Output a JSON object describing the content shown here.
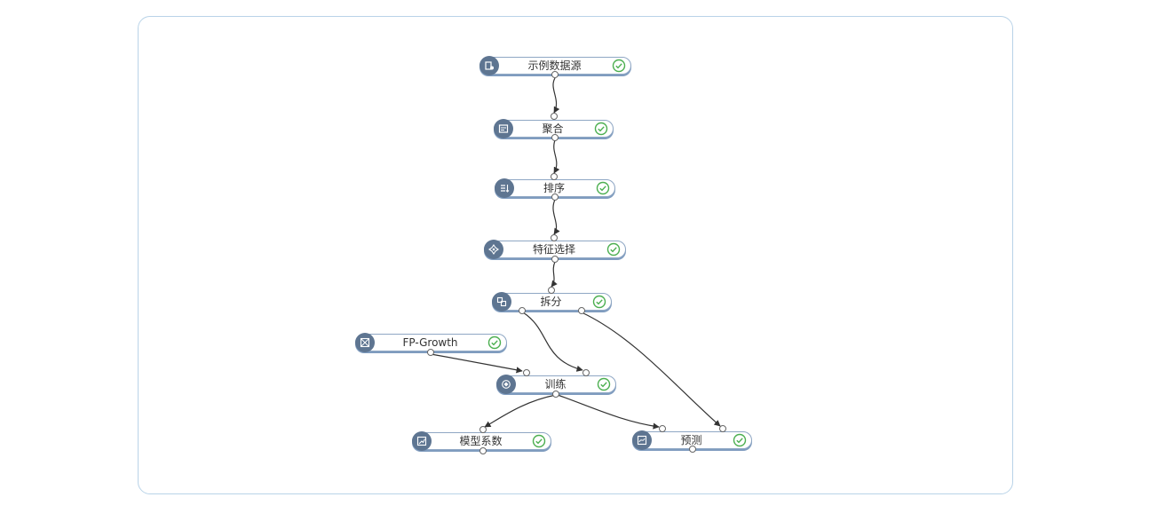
{
  "colors": {
    "border": "#8fa7c4",
    "icon_bg": "#5e7591",
    "status_ok": "#4caf50",
    "edge": "#333333",
    "frame": "#b9d3e8"
  },
  "nodes": {
    "source": {
      "label": "示例数据源",
      "icon": "database-icon",
      "status": "success"
    },
    "agg": {
      "label": "聚合",
      "icon": "aggregate-icon",
      "status": "success"
    },
    "sort": {
      "label": "排序",
      "icon": "sort-icon",
      "status": "success"
    },
    "feature": {
      "label": "特征选择",
      "icon": "feature-select-icon",
      "status": "success"
    },
    "split": {
      "label": "拆分",
      "icon": "split-icon",
      "status": "success"
    },
    "fp": {
      "label": "FP-Growth",
      "icon": "algorithm-icon",
      "status": "success"
    },
    "train": {
      "label": "训练",
      "icon": "train-icon",
      "status": "success"
    },
    "coef": {
      "label": "模型系数",
      "icon": "chart-icon",
      "status": "success"
    },
    "predict": {
      "label": "预测",
      "icon": "predict-icon",
      "status": "success"
    }
  },
  "edges": [
    {
      "from": "示例数据源",
      "to": "聚合"
    },
    {
      "from": "聚合",
      "to": "排序"
    },
    {
      "from": "排序",
      "to": "特征选择"
    },
    {
      "from": "特征选择",
      "to": "拆分"
    },
    {
      "from": "拆分",
      "to": "训练"
    },
    {
      "from": "拆分",
      "to": "预测"
    },
    {
      "from": "FP-Growth",
      "to": "训练"
    },
    {
      "from": "训练",
      "to": "模型系数"
    },
    {
      "from": "训练",
      "to": "预测"
    }
  ]
}
